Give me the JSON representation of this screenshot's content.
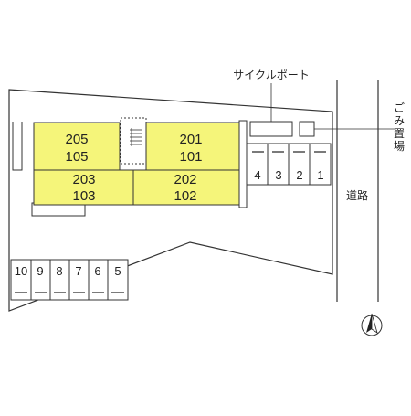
{
  "labels": {
    "cycle_port": "サイクルポート",
    "garbage": "ごみ置場",
    "road": "道路"
  },
  "units": [
    {
      "upper": "205",
      "lower": "105"
    },
    {
      "upper": "201",
      "lower": "101"
    },
    {
      "upper": "203",
      "lower": "103"
    },
    {
      "upper": "202",
      "lower": "102"
    }
  ],
  "parking_right": [
    "4",
    "3",
    "2",
    "1"
  ],
  "parking_left": [
    "10",
    "9",
    "8",
    "7",
    "6",
    "5"
  ],
  "colors": {
    "unit_fill": "#f5f57a",
    "line": "#333333"
  },
  "icons": {
    "compass": "north-arrow-icon",
    "stairs": "stairs-icon"
  }
}
